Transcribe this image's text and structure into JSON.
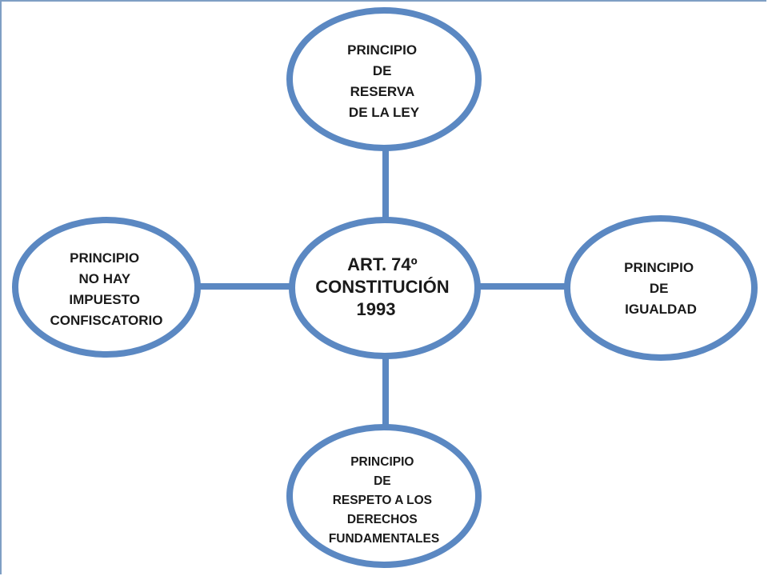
{
  "diagram": {
    "center": {
      "lines": [
        "ART. 74º",
        "CONSTITUCIÓN",
        "1993"
      ]
    },
    "top": {
      "lines": [
        "PRINCIPIO",
        "DE",
        "RESERVA",
        "DE LA LEY"
      ]
    },
    "left": {
      "lines": [
        "PRINCIPIO",
        "NO HAY",
        "IMPUESTO",
        "CONFISCATORIO"
      ]
    },
    "right": {
      "lines": [
        "PRINCIPIO",
        "DE",
        "IGUALDAD"
      ]
    },
    "bottom": {
      "lines": [
        "PRINCIPIO",
        "DE",
        "RESPETO A LOS",
        "DERECHOS",
        "FUNDAMENTALES"
      ]
    },
    "colors": {
      "stroke": "#5b88c2",
      "fill": "#ffffff",
      "text": "#1a1a1a"
    }
  }
}
